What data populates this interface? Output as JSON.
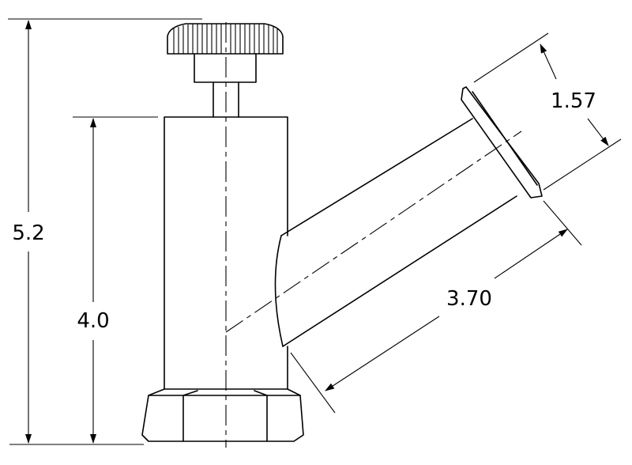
{
  "drawing": {
    "dimensions": {
      "overall_height": "5.2",
      "body_height": "4.0",
      "pipe_diameter": "1.57",
      "pipe_length": "3.70"
    }
  }
}
